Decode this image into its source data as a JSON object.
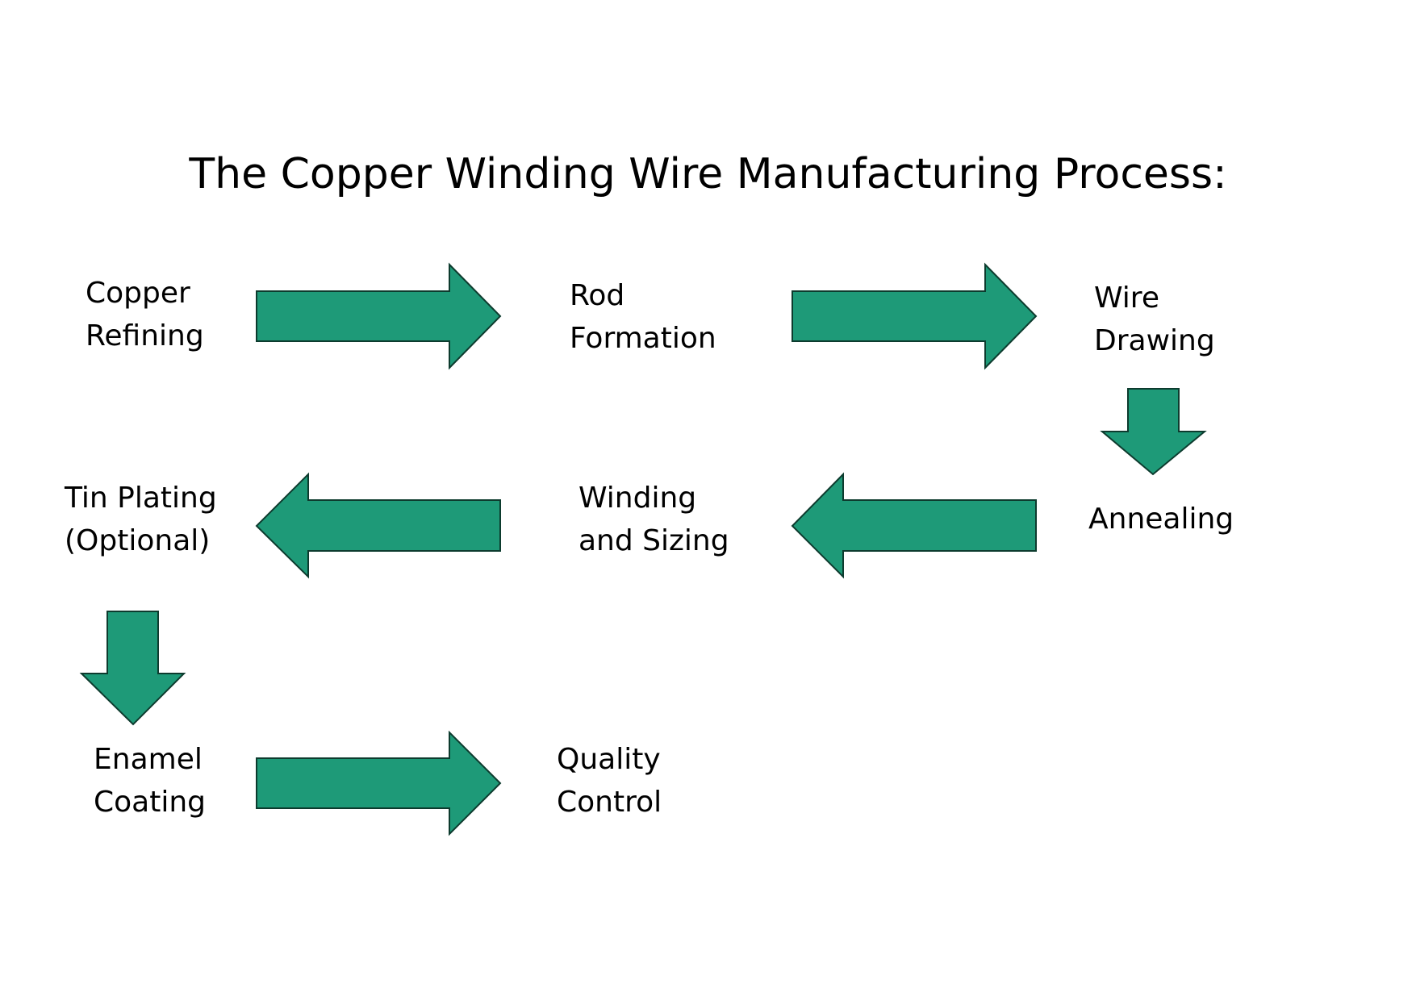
{
  "title": "The Copper Winding Wire Manufacturing Process:",
  "arrow_color": "#1e9a78",
  "arrow_stroke": "#0d3b2e",
  "steps": [
    {
      "id": "copper-refining",
      "lines": [
        "Copper",
        "Refining"
      ]
    },
    {
      "id": "rod-formation",
      "lines": [
        "Rod",
        "Formation"
      ]
    },
    {
      "id": "wire-drawing",
      "lines": [
        "Wire",
        "Drawing"
      ]
    },
    {
      "id": "annealing",
      "lines": [
        "Annealing"
      ]
    },
    {
      "id": "winding-sizing",
      "lines": [
        "Winding",
        "and Sizing"
      ]
    },
    {
      "id": "tin-plating",
      "lines": [
        "Tin Plating",
        "(Optional)"
      ]
    },
    {
      "id": "enamel-coating",
      "lines": [
        "Enamel",
        "Coating"
      ]
    },
    {
      "id": "quality-control",
      "lines": [
        "Quality",
        "Control"
      ]
    }
  ],
  "connections": [
    {
      "from": "copper-refining",
      "to": "rod-formation",
      "direction": "right"
    },
    {
      "from": "rod-formation",
      "to": "wire-drawing",
      "direction": "right"
    },
    {
      "from": "wire-drawing",
      "to": "annealing",
      "direction": "down"
    },
    {
      "from": "annealing",
      "to": "winding-sizing",
      "direction": "left"
    },
    {
      "from": "winding-sizing",
      "to": "tin-plating",
      "direction": "left"
    },
    {
      "from": "tin-plating",
      "to": "enamel-coating",
      "direction": "down"
    },
    {
      "from": "enamel-coating",
      "to": "quality-control",
      "direction": "right"
    }
  ]
}
